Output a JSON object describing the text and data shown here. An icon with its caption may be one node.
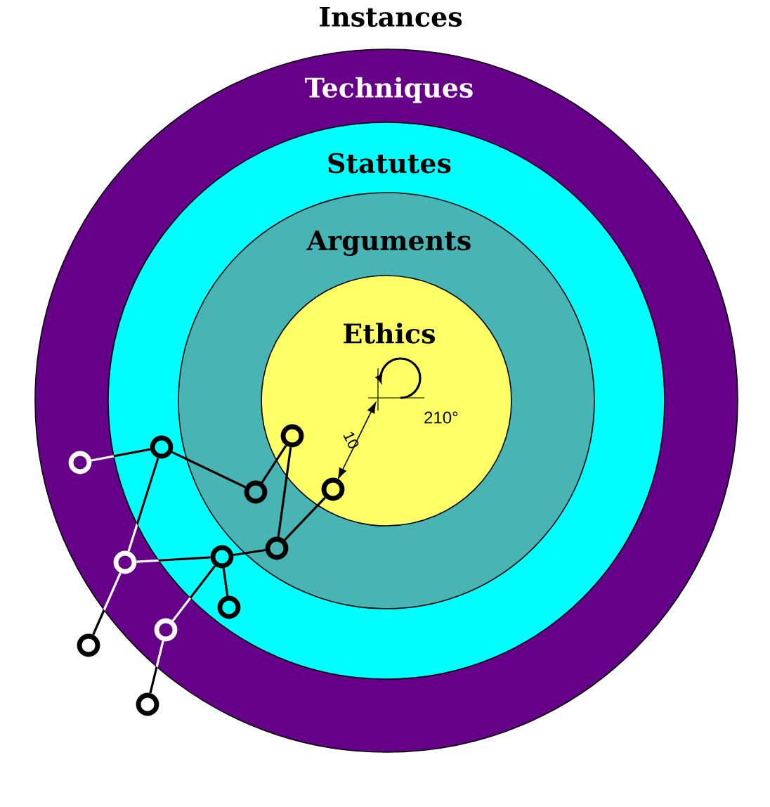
{
  "diagram": {
    "nodes": [
      {
        "text": [
          "Techniques"
        ]
      },
      {
        "text": [
          "Statutes"
        ],
        "in": 0
      },
      {
        "text": [
          "Arguments"
        ],
        "in": 1
      },
      {
        "text": [
          "Ethics"
        ],
        "in": 2
      },
      {
        "text": [],
        "shape": "circle",
        "in": 1
      },
      {
        "text": [],
        "shape": "circle",
        "in": 0
      },
      {
        "text": [],
        "shape": "circle",
        "in": 3
      },
      {
        "text": [],
        "shape": "circle",
        "in": 2
      },
      {
        "text": [],
        "shape": "circle",
        "in": 3
      },
      {
        "text": [],
        "shape": "circle",
        "in": 2
      },
      {
        "text": [],
        "shape": "circle",
        "in": 1
      },
      {
        "text": [],
        "shape": "circle",
        "in": 0
      },
      {
        "text": [],
        "shape": "circle",
        "in": 1
      },
      {
        "text": [],
        "shape": "circle",
        "in": 0
      },
      {
        "text": [],
        "shape": "circle"
      },
      {
        "text": [],
        "shape": "circle"
      }
    ],
    "edges": [
      {
        "from": 5,
        "to": 4,
        "arrow": "none",
        "color": "#ffffff"
      },
      {
        "from": 4,
        "to": 7,
        "arrow": "none",
        "color": "#000000"
      },
      {
        "from": 7,
        "to": 6,
        "arrow": "none",
        "color": "#000000"
      },
      {
        "from": 6,
        "to": 9,
        "arrow": "none",
        "color": "#000000"
      },
      {
        "from": 9,
        "to": 8,
        "arrow": "none",
        "color": "#000000"
      },
      {
        "from": 9,
        "to": 10,
        "arrow": "none",
        "color": "#000000"
      },
      {
        "from": 10,
        "to": 12,
        "arrow": "none",
        "color": "#000000"
      },
      {
        "from": 11,
        "to": 10,
        "arrow": "none",
        "color": "#ffffff"
      },
      {
        "from": 11,
        "to": 4,
        "arrow": "none",
        "color": "#ffffff"
      },
      {
        "from": 11,
        "to": 14,
        "arrow": "none",
        "color": "#ffffff"
      },
      {
        "from": 13,
        "to": 10,
        "arrow": "none",
        "color": "#ffffff"
      },
      {
        "from": 13,
        "to": 15,
        "arrow": "none",
        "color": "#ffffff"
      }
    ],
    "labels": [
      "Instances",
      "10",
      "210°"
    ]
  }
}
